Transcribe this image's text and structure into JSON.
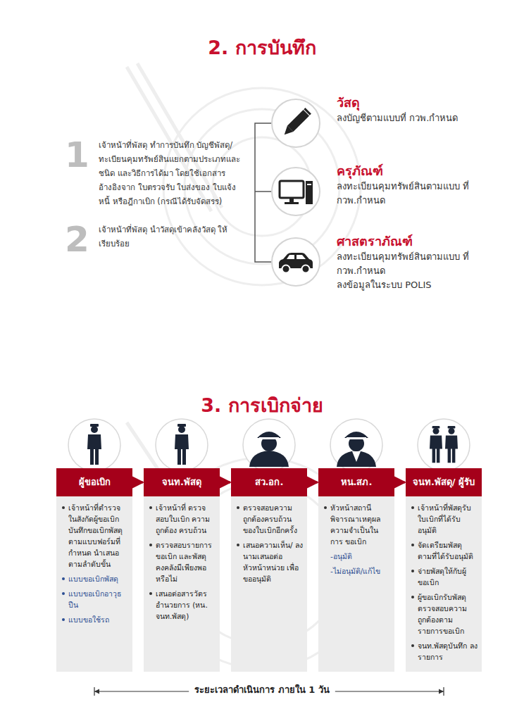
{
  "diagram": {
    "nodes": [
      {
        "text": [
          "วัสดุ",
          "ลงบัญชีตามแบบที่ กวพ.กำหนด"
        ]
      },
      {
        "text": [
          "ครุภัณฑ์",
          "ลงทะเบียนคุมทรัพย์สินตามแบบ ที่ กวพ.กำหนด"
        ]
      },
      {
        "text": [
          "ศาสตราภัณฑ์",
          "ลงทะเบียนคุมทรัพย์สินตามแบบ ที่ กวพ.กำหนด",
          "ลงข้อมูลในระบบ POLIS"
        ]
      },
      {
        "text": [
          "ผู้ขอเบิก"
        ]
      },
      {
        "text": [
          "เจ้าหน้าที่ตำรวจ ในสังกัดผู้ขอเบิก บันทึกขอเบิกพัสดุ ตามแบบฟอร์มที่ กำหนด นำเสนอ ตามลำดับขั้น",
          "แบบขอเบิกพัสดุ",
          "แบบขอเบิกอาวุธ ปืน",
          "แบบขอใช้รถ"
        ]
      },
      {
        "text": [
          "จนท.พัสดุ"
        ]
      },
      {
        "text": [
          "เจ้าหน้าที่ ตรวจสอบใบเบิก ความถูกต้อง ครบถ้วน",
          "ตรวจสอบรายการ ขอเบิก และพัสดุ คงคลังมีเพียงพอ หรือไม่",
          "เสนอต่อสารวัตร อำนวยการ (หน. จนท.พัสดุ)"
        ]
      },
      {
        "text": [
          "สว.อก."
        ]
      },
      {
        "text": [
          "ตรวจสอบความ ถูกต้องครบถ้วน ของใบเบิกอีกครั้ง",
          "เสนอความเห็น/ ลงนามเสนอต่อ หัวหน้าหน่วย เพื่อ ขออนุมัติ"
        ]
      },
      {
        "text": [
          "หน.สภ."
        ]
      },
      {
        "text": [
          "หัวหน้าสถานี พิจารณาเหตุผล ความจำเป็นในการ ขอเบิก",
          "-อนุมัติ",
          "-ไม่อนุมัติ/แก้ไข"
        ]
      },
      {
        "text": [
          "จนท.พัสดุ/ ผู้รับ"
        ]
      },
      {
        "text": [
          "เจ้าหน้าที่พัสดุรับ ใบเบิกที่ได้รับ อนุมัติ",
          "จัดเตรียมพัสดุ ตามที่ได้รับอนุมัติ",
          "จ่ายพัสดุให้กับผู้ ขอเบิก",
          "ผู้ขอเบิกรับพัสดุ ตรวจสอบความ ถูกต้องตาม รายการขอเบิก",
          "จนท.พัสดุบันทึก ลงรายการ"
        ]
      }
    ],
    "edges": [
      {
        "from": 3,
        "to": 5,
        "arrow": "to"
      },
      {
        "from": 5,
        "to": 7,
        "arrow": "to"
      },
      {
        "from": 7,
        "to": 9,
        "arrow": "to"
      },
      {
        "from": 9,
        "to": 11,
        "arrow": "to"
      }
    ],
    "labels": [
      "2. การบันทึก",
      "1",
      "เจ้าหน้าที่พัสดุ ทำการบันทึก บัญชีพัสดุ/ ทะเบียนคุมทรัพย์สินแยกตามประเภทและ ชนิด และวิธีการได้มา โดยใช้เอกสาร อ้างอิงจาก ใบตรวจรับ ใบส่งของ ใบแจ้ง หนี้ หรือฎีกาเบิก (กรณีได้รับจัดสรร)",
      "2",
      "เจ้าหน้าที่พัสดุ นำวัสดุเข้าคลังวัสดุ ให้เรียบร้อย",
      "3. การเบิกจ่าย",
      "ระยะเวลาดำเนินการ ภายใน 1 วัน"
    ]
  }
}
